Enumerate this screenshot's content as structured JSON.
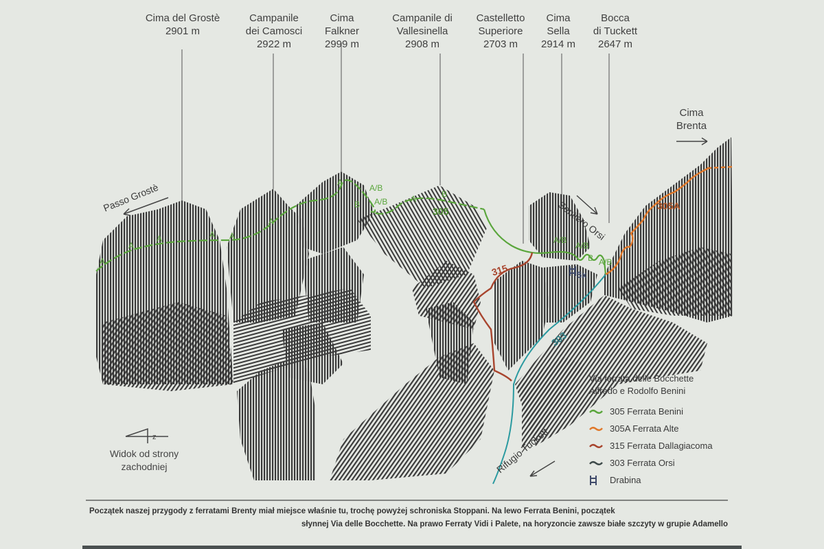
{
  "peaks": [
    {
      "name": "Cima del Grostè",
      "elevation": "2901 m"
    },
    {
      "name": "Campanile dei Camosci",
      "line1": "Campanile",
      "line2": "dei Camosci",
      "elevation": "2922 m"
    },
    {
      "name": "Cima Falkner",
      "line1": "Cima",
      "line2": "Falkner",
      "elevation": "2999 m"
    },
    {
      "name": "Campanile di Vallesinella",
      "line1": "Campanile di",
      "line2": "Vallesinella",
      "elevation": "2908 m"
    },
    {
      "name": "Castelletto Superiore",
      "line1": "Castelletto",
      "line2": "Superiore",
      "elevation": "2703 m"
    },
    {
      "name": "Cima Sella",
      "line1": "Cima",
      "line2": "Sella",
      "elevation": "2914 m"
    },
    {
      "name": "Bocca di Tuckett",
      "line1": "Bocca",
      "line2": "di Tuckett",
      "elevation": "2647 m"
    }
  ],
  "directions": {
    "passo_groste": "Passo Grostè",
    "cima_brenta_1": "Cima",
    "cima_brenta_2": "Brenta",
    "sentiero_orsi": "Sentiero Orsi",
    "rifugio_tuckett": "Rifugio Tuckett"
  },
  "route_labels": {
    "r305": "305",
    "r305a": "305A",
    "r315": "315",
    "r303": "303",
    "ladder_count": "5x",
    "grades": [
      "A",
      "A",
      "A",
      "A",
      "A",
      "A",
      "A",
      "B",
      "A/B",
      "A/B",
      "A",
      "B",
      "A/B",
      "A/B",
      "B",
      "A/B"
    ]
  },
  "view": {
    "line1": "Widok od strony",
    "line2": "zachodniej",
    "compass_letter": "z"
  },
  "legend": {
    "title1": "Via ferrata delle Bocchette",
    "title2": "Alfredo e Rodolfo Benini",
    "items": [
      {
        "label": "305 Ferrata Benini",
        "color": "#5aa63c"
      },
      {
        "label": "305A Ferrata Alte",
        "color": "#e0782a"
      },
      {
        "label": "315 Ferrata Dallagiacoma",
        "color": "#a8452e"
      },
      {
        "label": "303 Ferrata Orsi",
        "color": "#3e4a4a"
      },
      {
        "label": "Drabina",
        "icon": "ladder-icon",
        "color": "#3f4a6a"
      }
    ]
  },
  "caption": {
    "line1": "Początek naszej przygody z ferratami Brenty miał miejsce właśnie tu, trochę powyżej schroniska Stoppani. Na lewo Ferrata Benini, początek",
    "line2": "słynnej Via delle Bocchette. Na prawo Ferraty Vidi i Palete, na horyzoncie zawsze białe szczyty w grupie Adamello"
  },
  "colors": {
    "background": "#e5e8e3",
    "green": "#5aa63c",
    "orange": "#e0782a",
    "red": "#a8452e",
    "teal": "#2a9aa0",
    "ink": "#333333"
  }
}
